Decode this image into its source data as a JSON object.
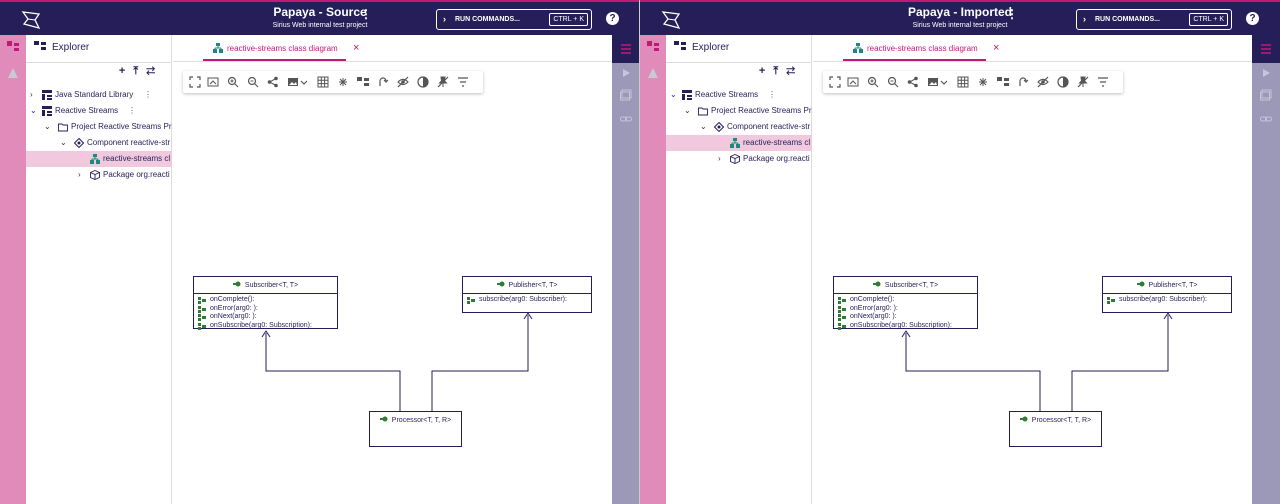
{
  "panes": [
    {
      "title": "Papaya - Source",
      "subtitle": "Sirius Web internal test project",
      "run_commands": "RUN COMMANDS...",
      "shortcut": "CTRL + K",
      "explorer_title": "Explorer",
      "tree": [
        {
          "label": "Java Standard Library",
          "chevron": ">",
          "icon": "library-icon",
          "more": true
        },
        {
          "label": "Reactive Streams",
          "chevron": "v",
          "icon": "library-icon",
          "more": true
        },
        {
          "label": "Project Reactive Streams Pr",
          "chevron": "v",
          "icon": "folder-icon"
        },
        {
          "label": "Component reactive-str",
          "chevron": "v",
          "icon": "component-icon"
        },
        {
          "label": "reactive-streams cl",
          "chevron": "",
          "icon": "diagram-icon",
          "selected": true
        },
        {
          "label": "Package org.reacti",
          "chevron": ">",
          "icon": "package-icon"
        }
      ],
      "tab_label": "reactive-streams class diagram"
    },
    {
      "title": "Papaya - Imported",
      "subtitle": "Sirius Web internal test project",
      "run_commands": "RUN COMMANDS...",
      "shortcut": "CTRL + K",
      "explorer_title": "Explorer",
      "tree": [
        {
          "label": "Reactive Streams",
          "chevron": "v",
          "icon": "library-icon",
          "more": true
        },
        {
          "label": "Project Reactive Streams Pr",
          "chevron": "v",
          "icon": "folder-icon"
        },
        {
          "label": "Component reactive-str",
          "chevron": "v",
          "icon": "component-icon"
        },
        {
          "label": "reactive-streams cl",
          "chevron": "",
          "icon": "diagram-icon",
          "selected": true
        },
        {
          "label": "Package org.reacti",
          "chevron": ">",
          "icon": "package-icon"
        }
      ],
      "tab_label": "reactive-streams class diagram"
    }
  ],
  "diagram": {
    "subscriber": {
      "name": "Subscriber<T, T>",
      "operations": [
        "onComplete():",
        "onError(arg0: ):",
        "onNext(arg0: ):",
        "onSubscribe(arg0: Subscription):"
      ]
    },
    "publisher": {
      "name": "Publisher<T, T>",
      "operations": [
        "subscribe(arg0: Subscriber):"
      ]
    },
    "processor": {
      "name": "Processor<T, T, R>"
    }
  },
  "colors": {
    "header": "#261e58",
    "accent": "#be1a78",
    "left_rail": "#e08bb9",
    "right_rail": "#9b98b8",
    "selection": "#f1c9de",
    "class_icon": "#2e7d32"
  }
}
